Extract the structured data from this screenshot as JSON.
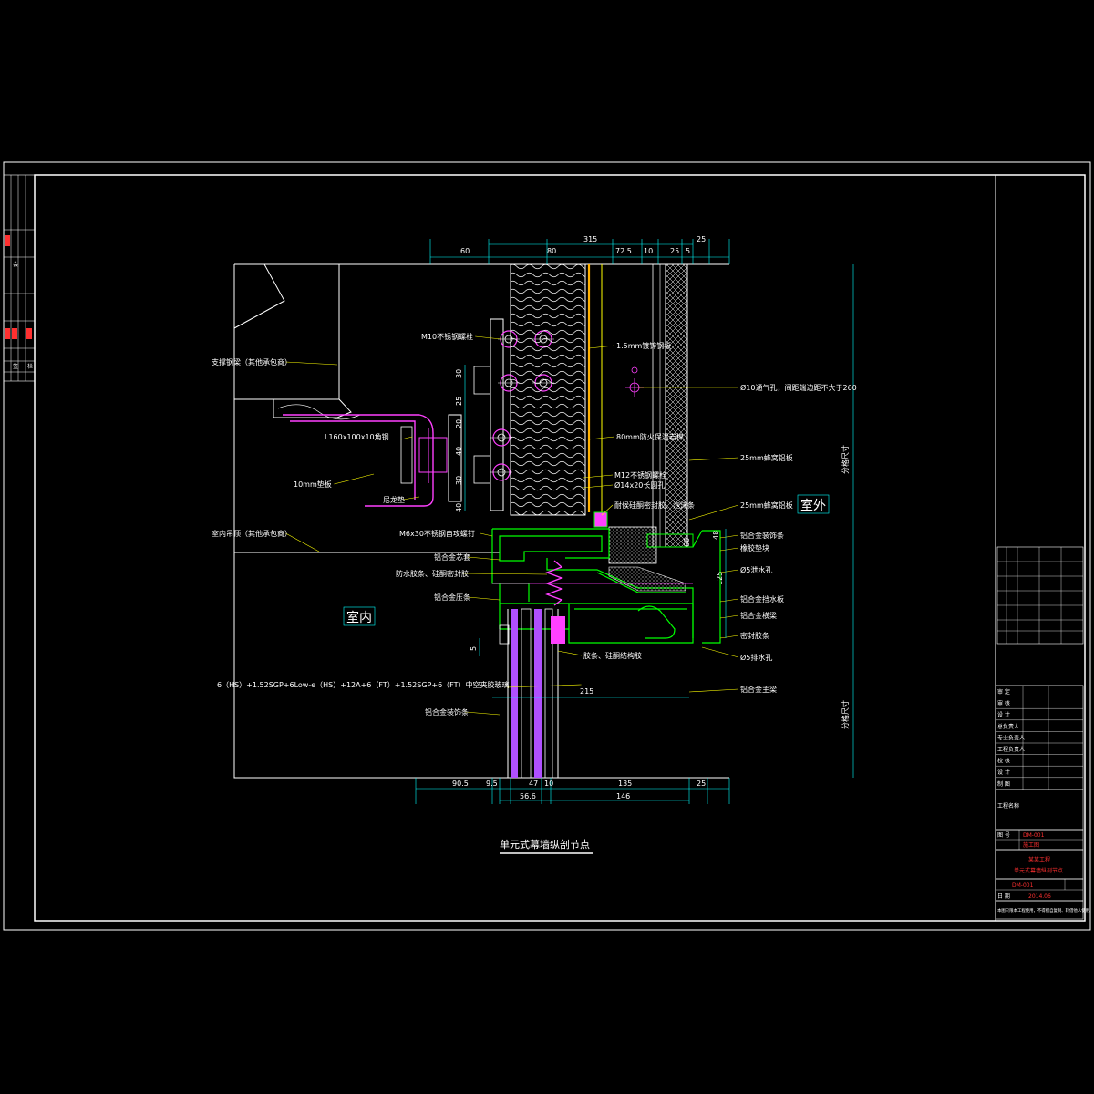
{
  "drawing": {
    "title": "单元式幕墙纵剖节点",
    "rooms": {
      "interior": "室内",
      "exterior": "室外"
    },
    "labels": {
      "support_steel": "支撑钢梁（其他承包商）",
      "m10_bolt": "M10不锈钢螺栓",
      "steel_plate": "1.5mm镀锌钢板",
      "vent_hole": "Ø10通气孔，间距端边距不大于260",
      "angle": "L160x100x10角钢",
      "fire_insulation": "80mm防火保温岩棉",
      "pad": "10mm垫板",
      "m12_bolt": "M12不锈钢螺栓",
      "slot_hole": "Ø14x20长圆孔",
      "honeycomb_1": "25mm蜂窝铝板",
      "honeycomb_2": "25mm蜂窝铝板",
      "stopper": "尼龙垫",
      "sealant": "耐候硅酮密封胶、泡沫条",
      "ceiling": "室内吊顶（其他承包商）",
      "screw": "M6x30不锈钢自攻螺钉",
      "deco_strip_top": "铝合金装饰条",
      "rubber_block": "橡胶垫块",
      "core_block": "铝合金芯套",
      "waterproof": "防水胶条、硅酮密封胶",
      "drain_hole_1": "Ø5泄水孔",
      "pressure_plate": "铝合金压条",
      "water_board": "铝合金挡水板",
      "transom": "铝合金横梁",
      "gasket": "密封胶条",
      "structural_sealant": "胶条、硅酮结构胶",
      "drain_hole_2": "Ø5排水孔",
      "mullion": "铝合金主梁",
      "glass": "6（HS）+1.52SGP+6Low-e（HS）+12A+6（FT）+1.52SGP+6（FT）中空夹胶玻璃",
      "deco_strip_bottom": "铝合金装饰条",
      "floor_height_top": "分格尺寸",
      "floor_height_bottom": "分格尺寸"
    },
    "dims_top": [
      "60",
      "315",
      "80",
      "72.5",
      "10",
      "25",
      "5",
      "25"
    ],
    "dims_left": [
      "30",
      "25",
      "20",
      "40",
      "30",
      "40"
    ],
    "dims_side": [
      "48",
      "125",
      "5",
      "60"
    ],
    "dims_mid": [
      "215"
    ],
    "dims_bottom_row1": [
      "90.5",
      "9.5",
      "47",
      "10",
      "135",
      "25"
    ],
    "dims_bottom_row2": [
      "56.6",
      "146"
    ]
  },
  "title_block": {
    "rows": [
      "审 定",
      "审 核",
      "设 计",
      "总负责人",
      "专业负责人",
      "工程负责人",
      "校 核",
      "设 计",
      "制 图"
    ],
    "project_label": "工程名称",
    "project_name_1": "某某工程",
    "project_name_2": "单元式幕墙纵剖节点",
    "drawing_no_label": "图 号",
    "drawing_no": "DM-001",
    "stage": "施工图",
    "date_label": "日 期",
    "date": "2014.06",
    "footer": "本图只限本工程使用，不得擅自复制、转借他人使用。"
  },
  "side_strip": {
    "rows": [
      "会",
      "签",
      "栏"
    ]
  },
  "colors": {
    "background": "#000000",
    "frame": "#ffffff",
    "insulation": "#ffffff",
    "steel": "#ff40ff",
    "glass": "#b050ff",
    "alu": "#00ff00",
    "dimension": "#00ffff",
    "leader": "#ffff00",
    "red": "#ff3030"
  }
}
